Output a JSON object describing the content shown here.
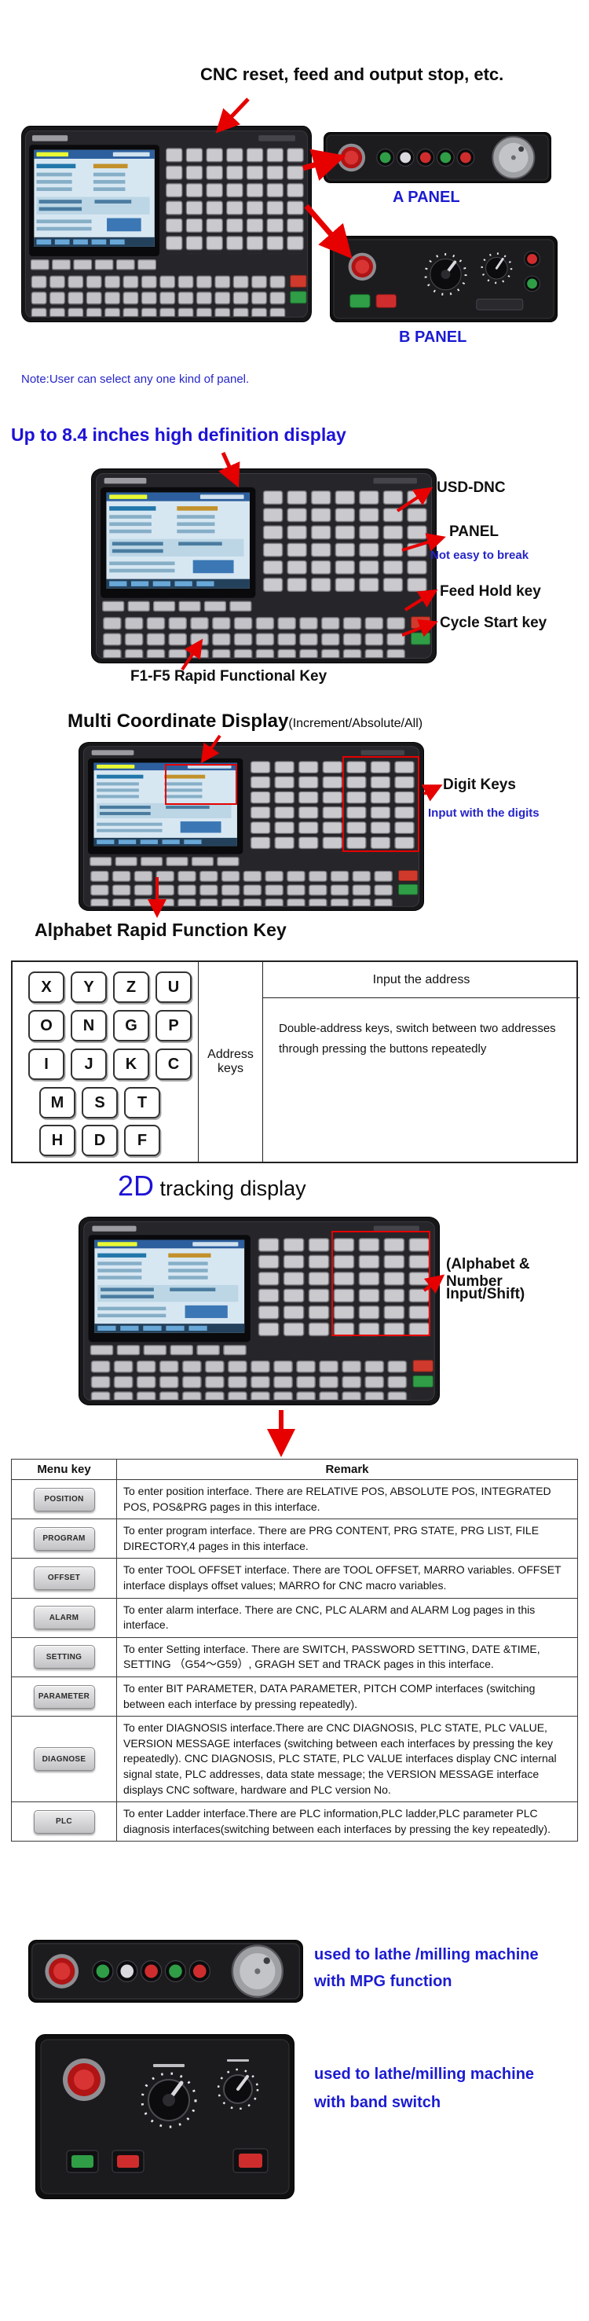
{
  "colors": {
    "accent_blue": "#1b1bd2",
    "arrow_red": "#e60000"
  },
  "top": {
    "heading": "CNC reset, feed and output  stop, etc.",
    "a_panel_label": "A PANEL",
    "b_panel_label": "B PANEL",
    "note": "Note:User can select any one kind of panel."
  },
  "display": {
    "heading": "Up to 8.4 inches high definition display",
    "usb_label": "USD-DNC",
    "panel_label": "PANEL",
    "panel_sub": "Not easy to break",
    "feed_hold": "Feed Hold key",
    "cycle_start": "Cycle Start key",
    "fkeys": "F1-F5 Rapid Functional Key"
  },
  "coordinate": {
    "heading": "Multi Coordinate Display",
    "heading_sub": "(Increment/Absolute/All)",
    "digit_keys": "Digit Keys",
    "digit_sub": "Input with the digits"
  },
  "alphabet": {
    "heading": "Alphabet Rapid Function Key",
    "table": {
      "address_label": "Address keys",
      "input_header": "Input the address",
      "input_body": "Double-address keys, switch between two addresses through pressing the buttons repeatedly",
      "key_rows": [
        [
          "X",
          "Y",
          "Z",
          "U"
        ],
        [
          "O",
          "N",
          "G",
          "P"
        ],
        [
          "I",
          "J",
          "K",
          "C"
        ],
        [
          "M",
          "S",
          "T"
        ],
        [
          "H",
          "D",
          "F"
        ]
      ]
    }
  },
  "tracking": {
    "heading_2d": "2D",
    "heading_rest": " tracking display",
    "annotation_line1": "(Alphabet & Number",
    "annotation_line2": "Input/Shift)"
  },
  "menu_table": {
    "headers": [
      "Menu key",
      "Remark"
    ],
    "rows": [
      {
        "key": "POSITION",
        "remark": "To enter position interface. There are RELATIVE POS, ABSOLUTE POS, INTEGRATED POS, POS&PRG pages in this interface."
      },
      {
        "key": "PROGRAM",
        "remark": "To enter program interface. There are PRG CONTENT, PRG STATE, PRG LIST, FILE DIRECTORY,4 pages in this interface."
      },
      {
        "key": "OFFSET",
        "remark": "To enter TOOL OFFSET interface. There are TOOL OFFSET, MARRO variables. OFFSET interface displays offset values; MARRO for CNC macro variables."
      },
      {
        "key": "ALARM",
        "remark": "To enter alarm interface. There are CNC, PLC ALARM and ALARM Log pages in this interface."
      },
      {
        "key": "SETTING",
        "remark": "To enter Setting interface. There are SWITCH, PASSWORD SETTING, DATE &TIME, SETTING （G54～G59）, GRAGH SET and TRACK pages in this interface."
      },
      {
        "key": "PARAMETER",
        "remark": "To enter BIT PARAMETER, DATA PARAMETER, PITCH COMP interfaces (switching between each interface by pressing repeatedly)."
      },
      {
        "key": "DIAGNOSE",
        "remark": "To enter DIAGNOSIS interface.There are CNC DIAGNOSIS, PLC STATE, PLC VALUE, VERSION MESSAGE interfaces (switching between each interfaces by pressing the key repeatedly). CNC DIAGNOSIS, PLC STATE, PLC VALUE interfaces display CNC internal signal state, PLC addresses, data state message; the VERSION MESSAGE interface displays CNC software, hardware and PLC version No."
      },
      {
        "key": "PLC",
        "remark": "To enter Ladder interface.There are PLC information,PLC ladder,PLC parameter PLC diagnosis interfaces(switching between each interfaces by pressing the key repeatedly)."
      }
    ]
  },
  "bottom": {
    "mpg_caption_line1": "used to lathe /milling machine",
    "mpg_caption_line2": "with MPG function",
    "band_caption_line1": "used to lathe/milling machine",
    "band_caption_line2": "with band switch"
  }
}
